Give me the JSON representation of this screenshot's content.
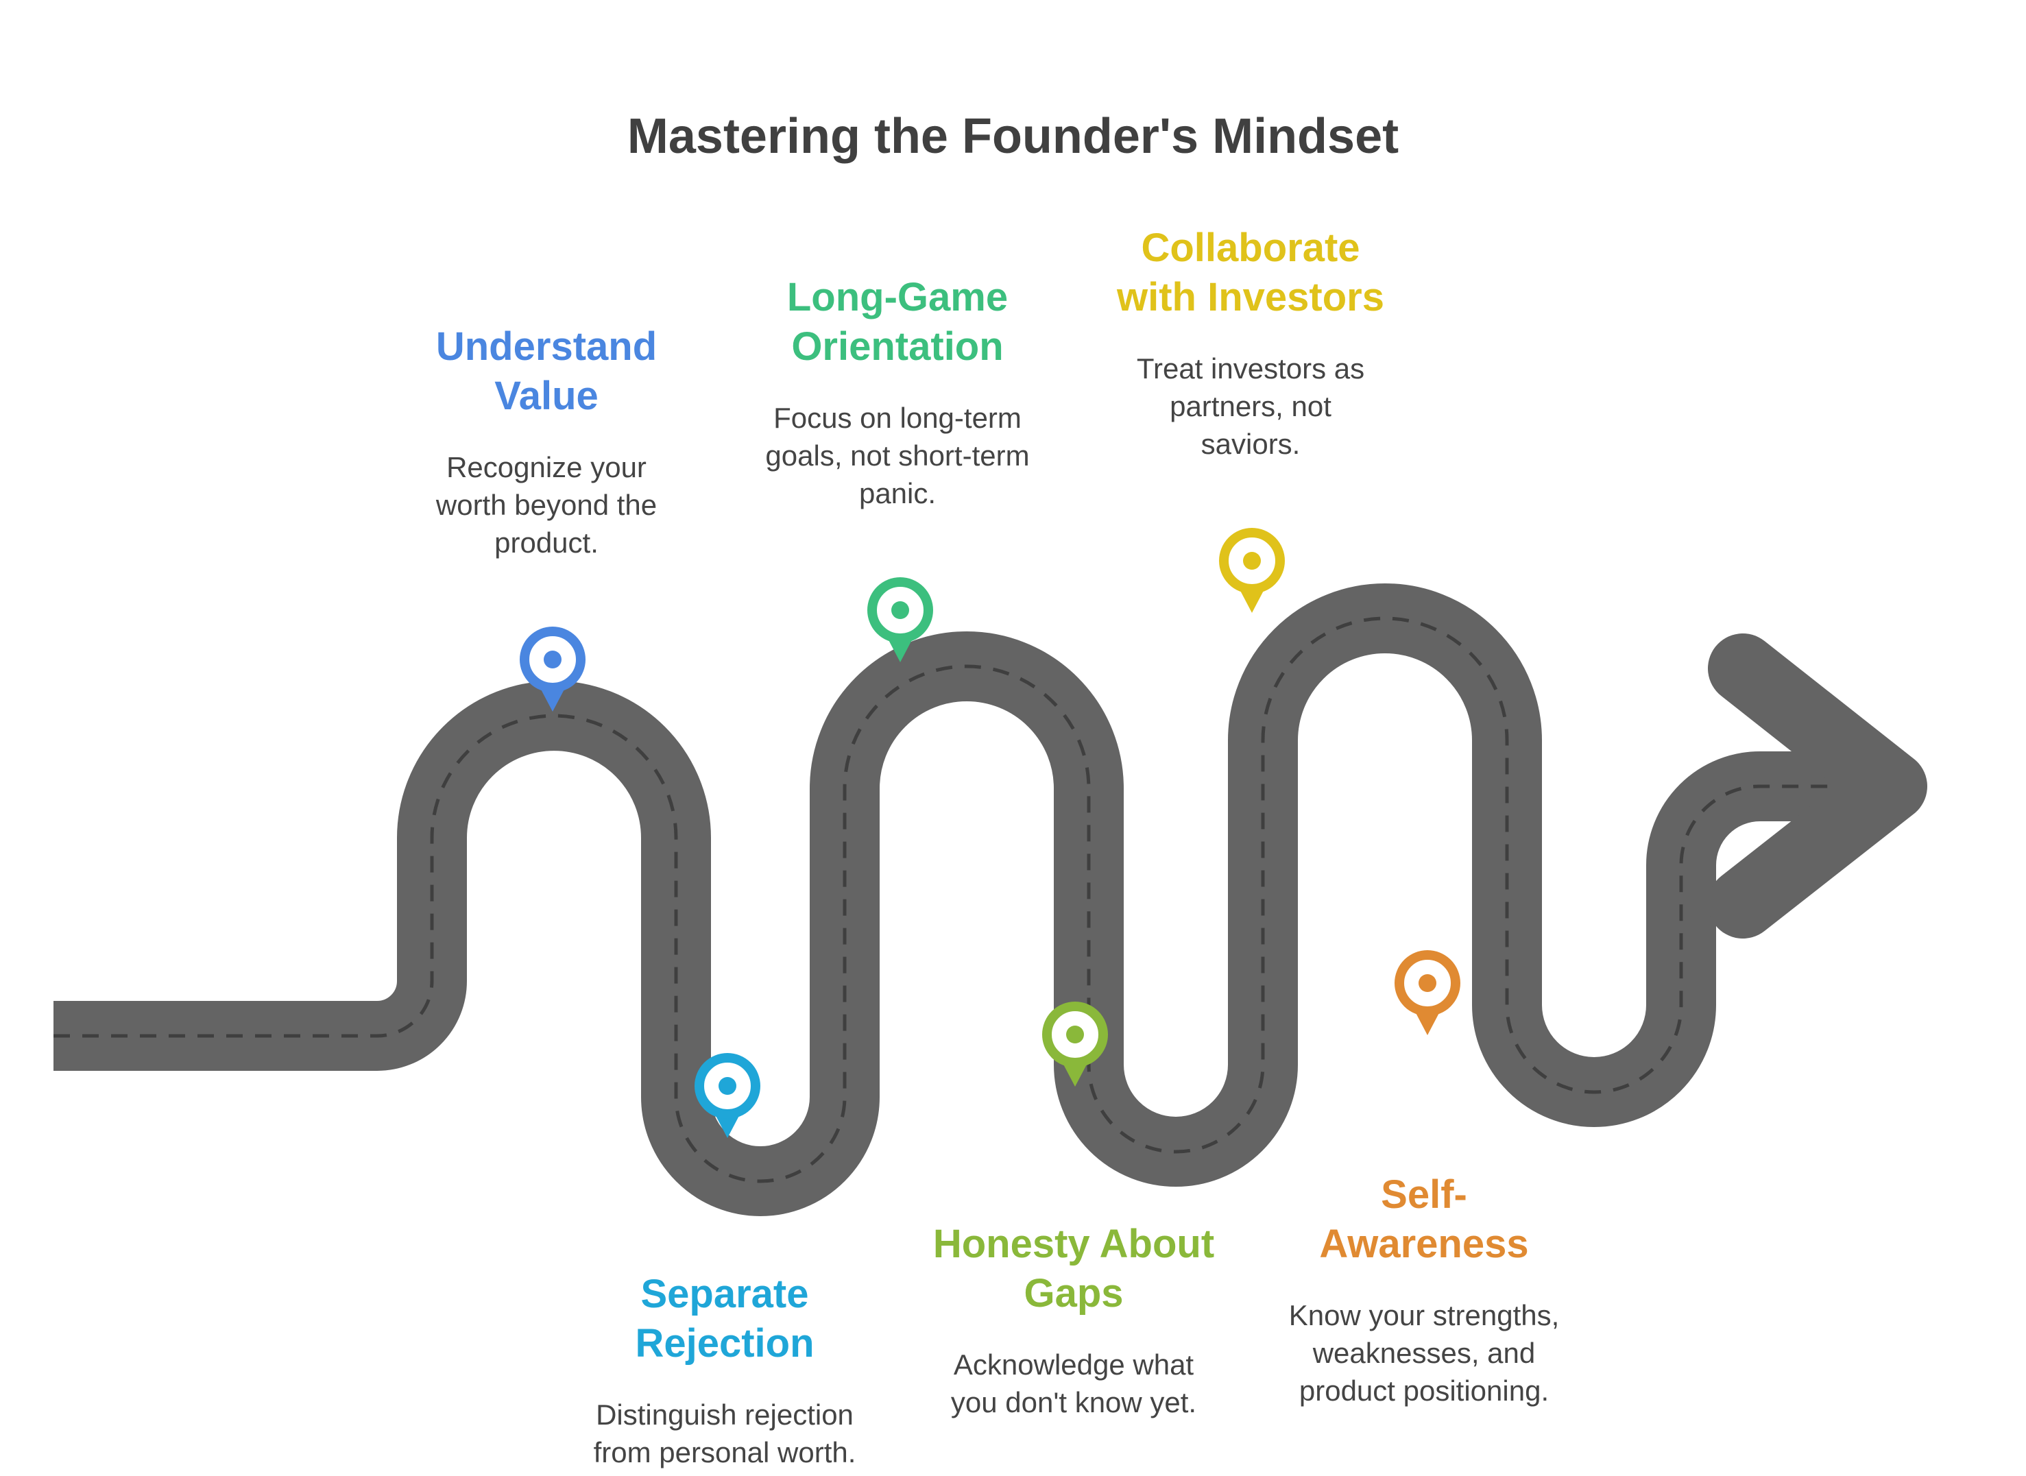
{
  "title": "Mastering the Founder's Mindset",
  "colors": {
    "road": "#646464",
    "road_dash": "#3f3f3f",
    "text": "#444444",
    "title": "#404040"
  },
  "steps": [
    {
      "heading_lines": [
        "Understand",
        "Value"
      ],
      "desc_lines": [
        "Recognize your",
        "worth beyond the",
        "product."
      ],
      "color": "#4a86e0",
      "marker_icon": "map-pin-icon"
    },
    {
      "heading_lines": [
        "Separate",
        "Rejection"
      ],
      "desc_lines": [
        "Distinguish rejection",
        "from personal worth."
      ],
      "color": "#1fa6d8",
      "marker_icon": "map-pin-icon"
    },
    {
      "heading_lines": [
        "Long-Game",
        "Orientation"
      ],
      "desc_lines": [
        "Focus on long-term",
        "goals, not short-term",
        "panic."
      ],
      "color": "#3cbf7e",
      "marker_icon": "map-pin-icon"
    },
    {
      "heading_lines": [
        "Honesty About",
        "Gaps"
      ],
      "desc_lines": [
        "Acknowledge what",
        "you don't know yet."
      ],
      "color": "#8ab83a",
      "marker_icon": "map-pin-icon"
    },
    {
      "heading_lines": [
        "Collaborate",
        "with Investors"
      ],
      "desc_lines": [
        "Treat investors as",
        "partners, not",
        "saviors."
      ],
      "color": "#e0c21a",
      "marker_icon": "map-pin-icon"
    },
    {
      "heading_lines": [
        "Self-",
        "Awareness"
      ],
      "desc_lines": [
        "Know your strengths,",
        "weaknesses, and",
        "product positioning."
      ],
      "color": "#e08a32",
      "marker_icon": "map-pin-icon"
    }
  ]
}
